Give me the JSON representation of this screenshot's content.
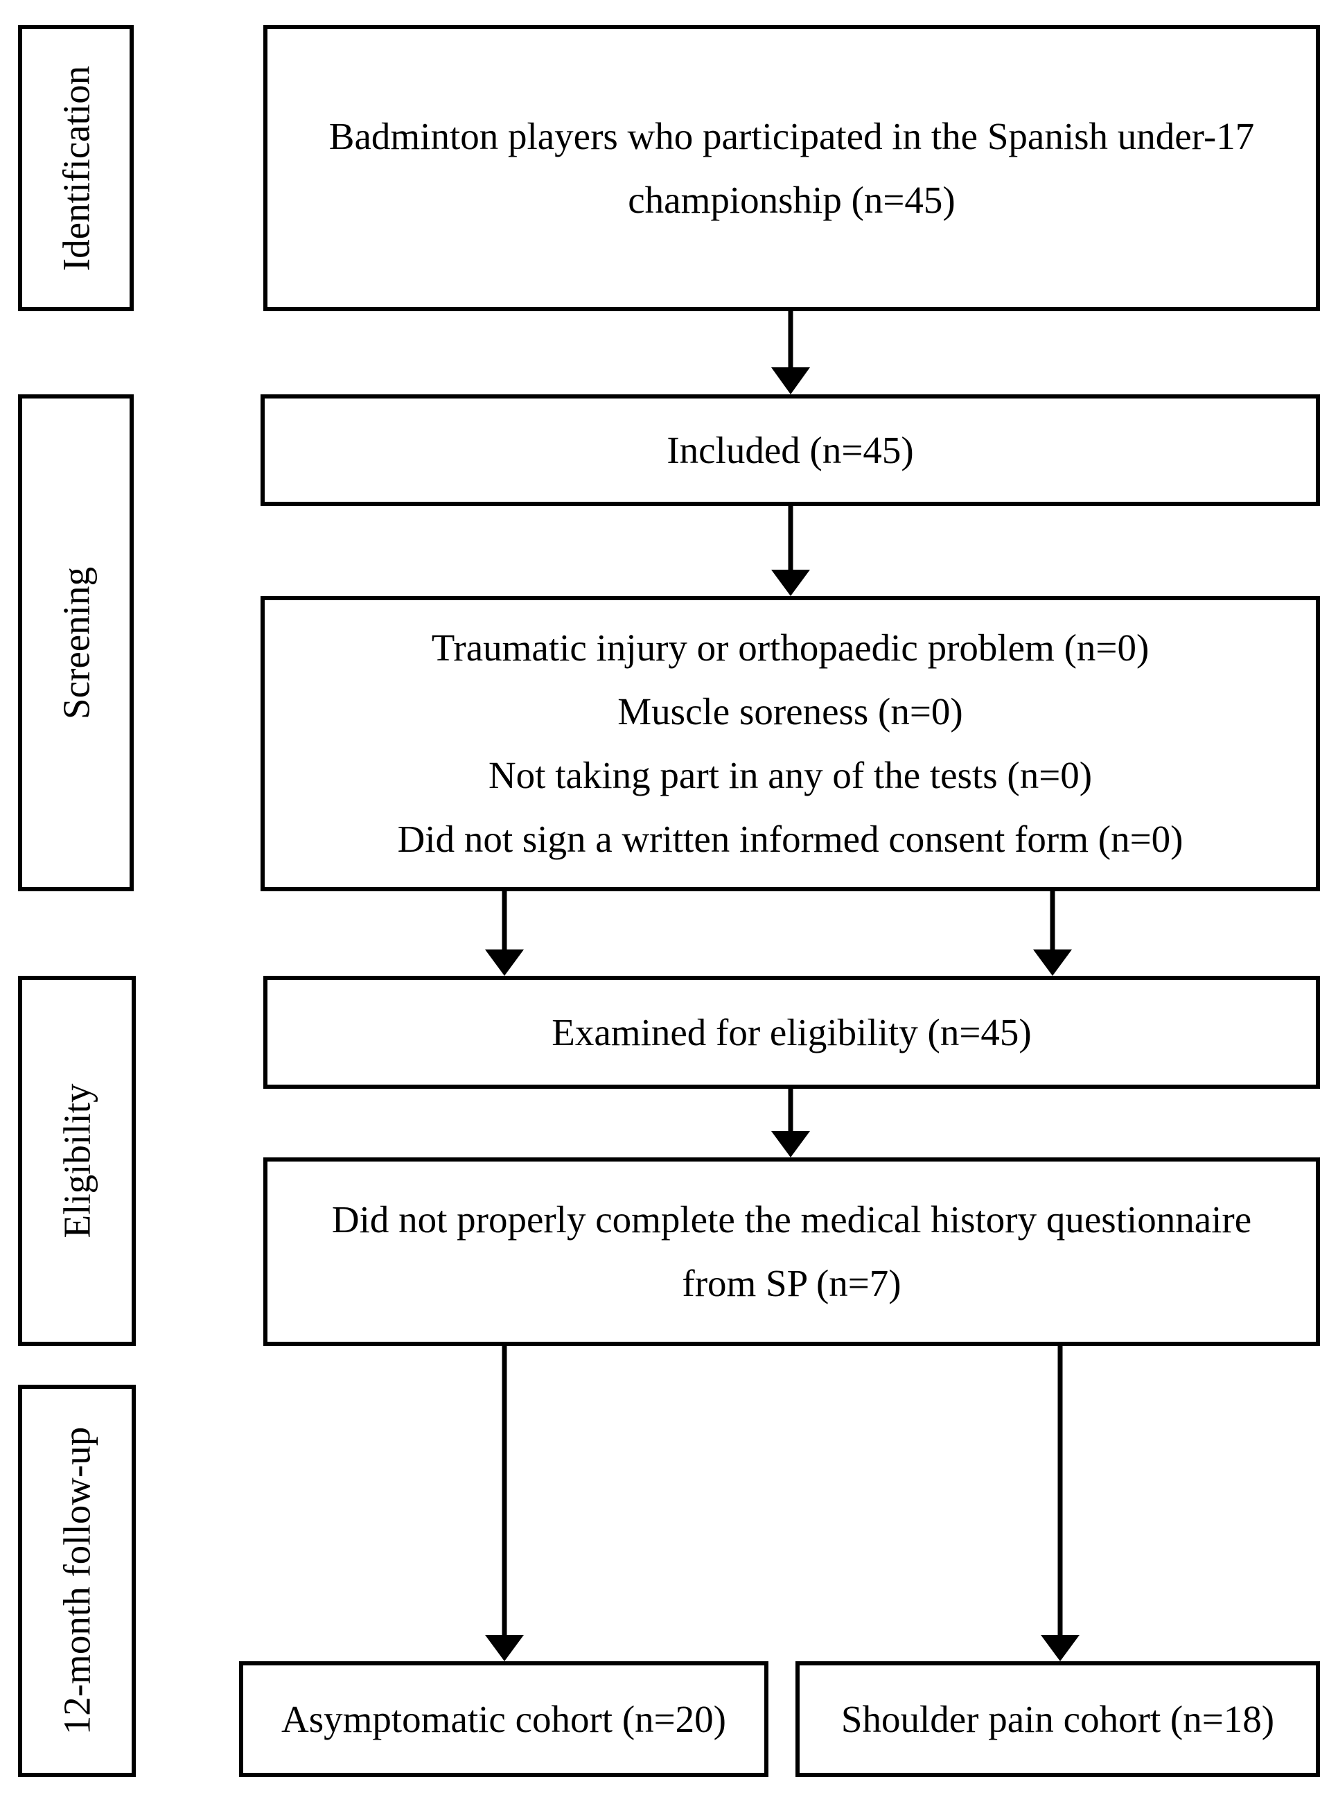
{
  "stages": {
    "identification": "Identification",
    "screening": "Screening",
    "eligibility": "Eligibility",
    "followup": "12-month follow-up"
  },
  "boxes": {
    "players": {
      "lines": [
        "Badminton players who participated in the Spanish under-17",
        "championship (n=45)"
      ]
    },
    "included": {
      "lines": [
        "Included (n=45)"
      ]
    },
    "exclusions": {
      "lines": [
        "Traumatic injury or orthopaedic problem (n=0)",
        "Muscle soreness (n=0)",
        "Not taking part in any of the tests (n=0)",
        "Did not sign a written informed consent form (n=0)"
      ]
    },
    "examined": {
      "lines": [
        "Examined for eligibility (n=45)"
      ]
    },
    "questionnaire": {
      "lines": [
        "Did not properly complete the medical history questionnaire",
        "from SP (n=7)"
      ]
    },
    "asymptomatic": {
      "lines": [
        "Asymptomatic cohort (n=20)"
      ]
    },
    "shoulder_pain": {
      "lines": [
        "Shoulder pain cohort (n=18)"
      ]
    }
  }
}
